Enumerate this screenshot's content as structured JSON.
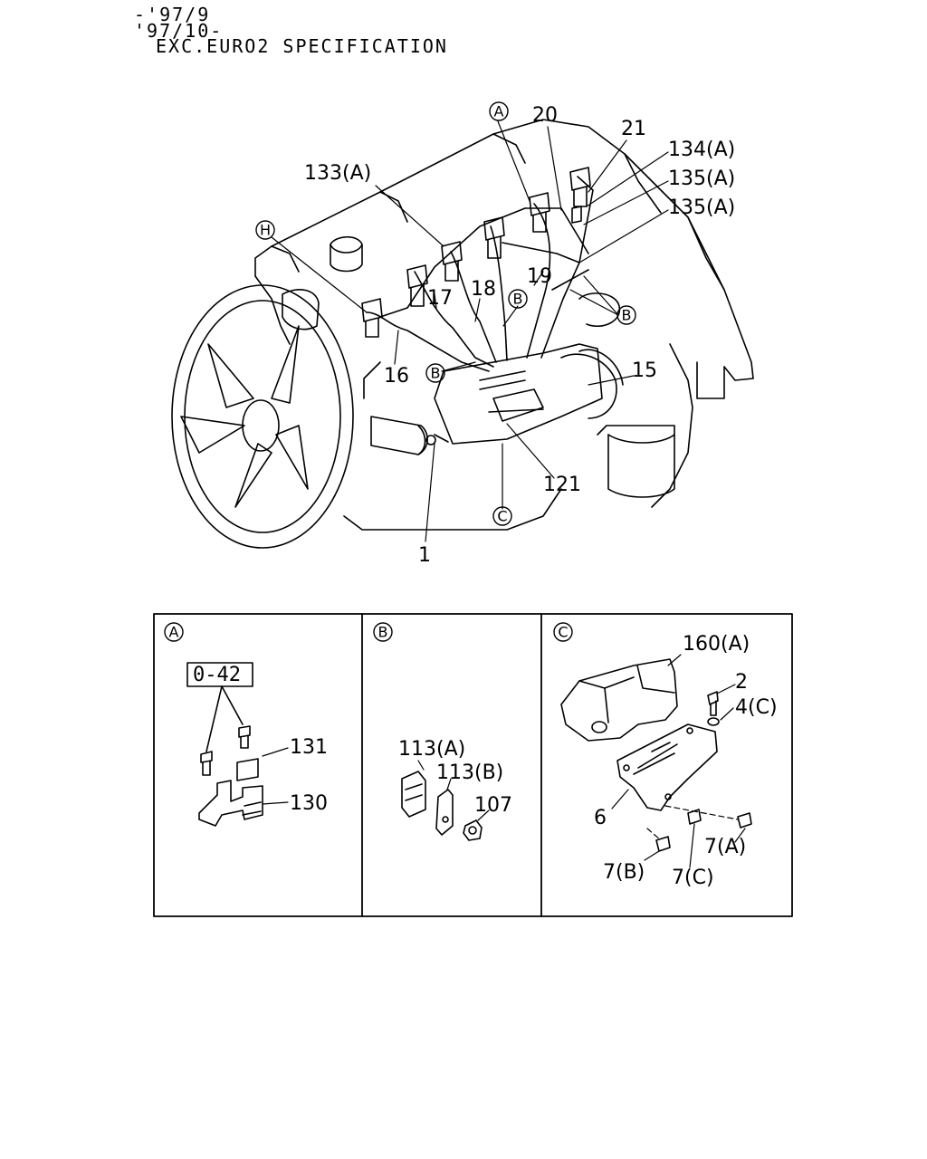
{
  "header": {
    "line1": "-'97/9",
    "line2": "'97/10-",
    "line3": "EXC.EURO2 SPECIFICATION"
  },
  "callouts": {
    "c1": "1",
    "c15": "15",
    "c16": "16",
    "c17": "17",
    "c18": "18",
    "c19": "19",
    "c20": "20",
    "c21": "21",
    "c121": "121",
    "c133a": "133(A)",
    "c134a": "134(A)",
    "c135a_1": "135(A)",
    "c135a_2": "135(A)"
  },
  "circle_refs": {
    "A": "A",
    "B": "B",
    "C": "C",
    "H": "H"
  },
  "panels": {
    "a": {
      "letter": "A",
      "boxed_ref": "0-42",
      "parts": [
        "131",
        "130"
      ]
    },
    "b": {
      "letter": "B",
      "parts": [
        "113(A)",
        "113(B)",
        "107"
      ]
    },
    "c": {
      "letter": "C",
      "parts": [
        "160(A)",
        "2",
        "4(C)",
        "6",
        "7(A)",
        "7(B)",
        "7(C)"
      ]
    }
  }
}
